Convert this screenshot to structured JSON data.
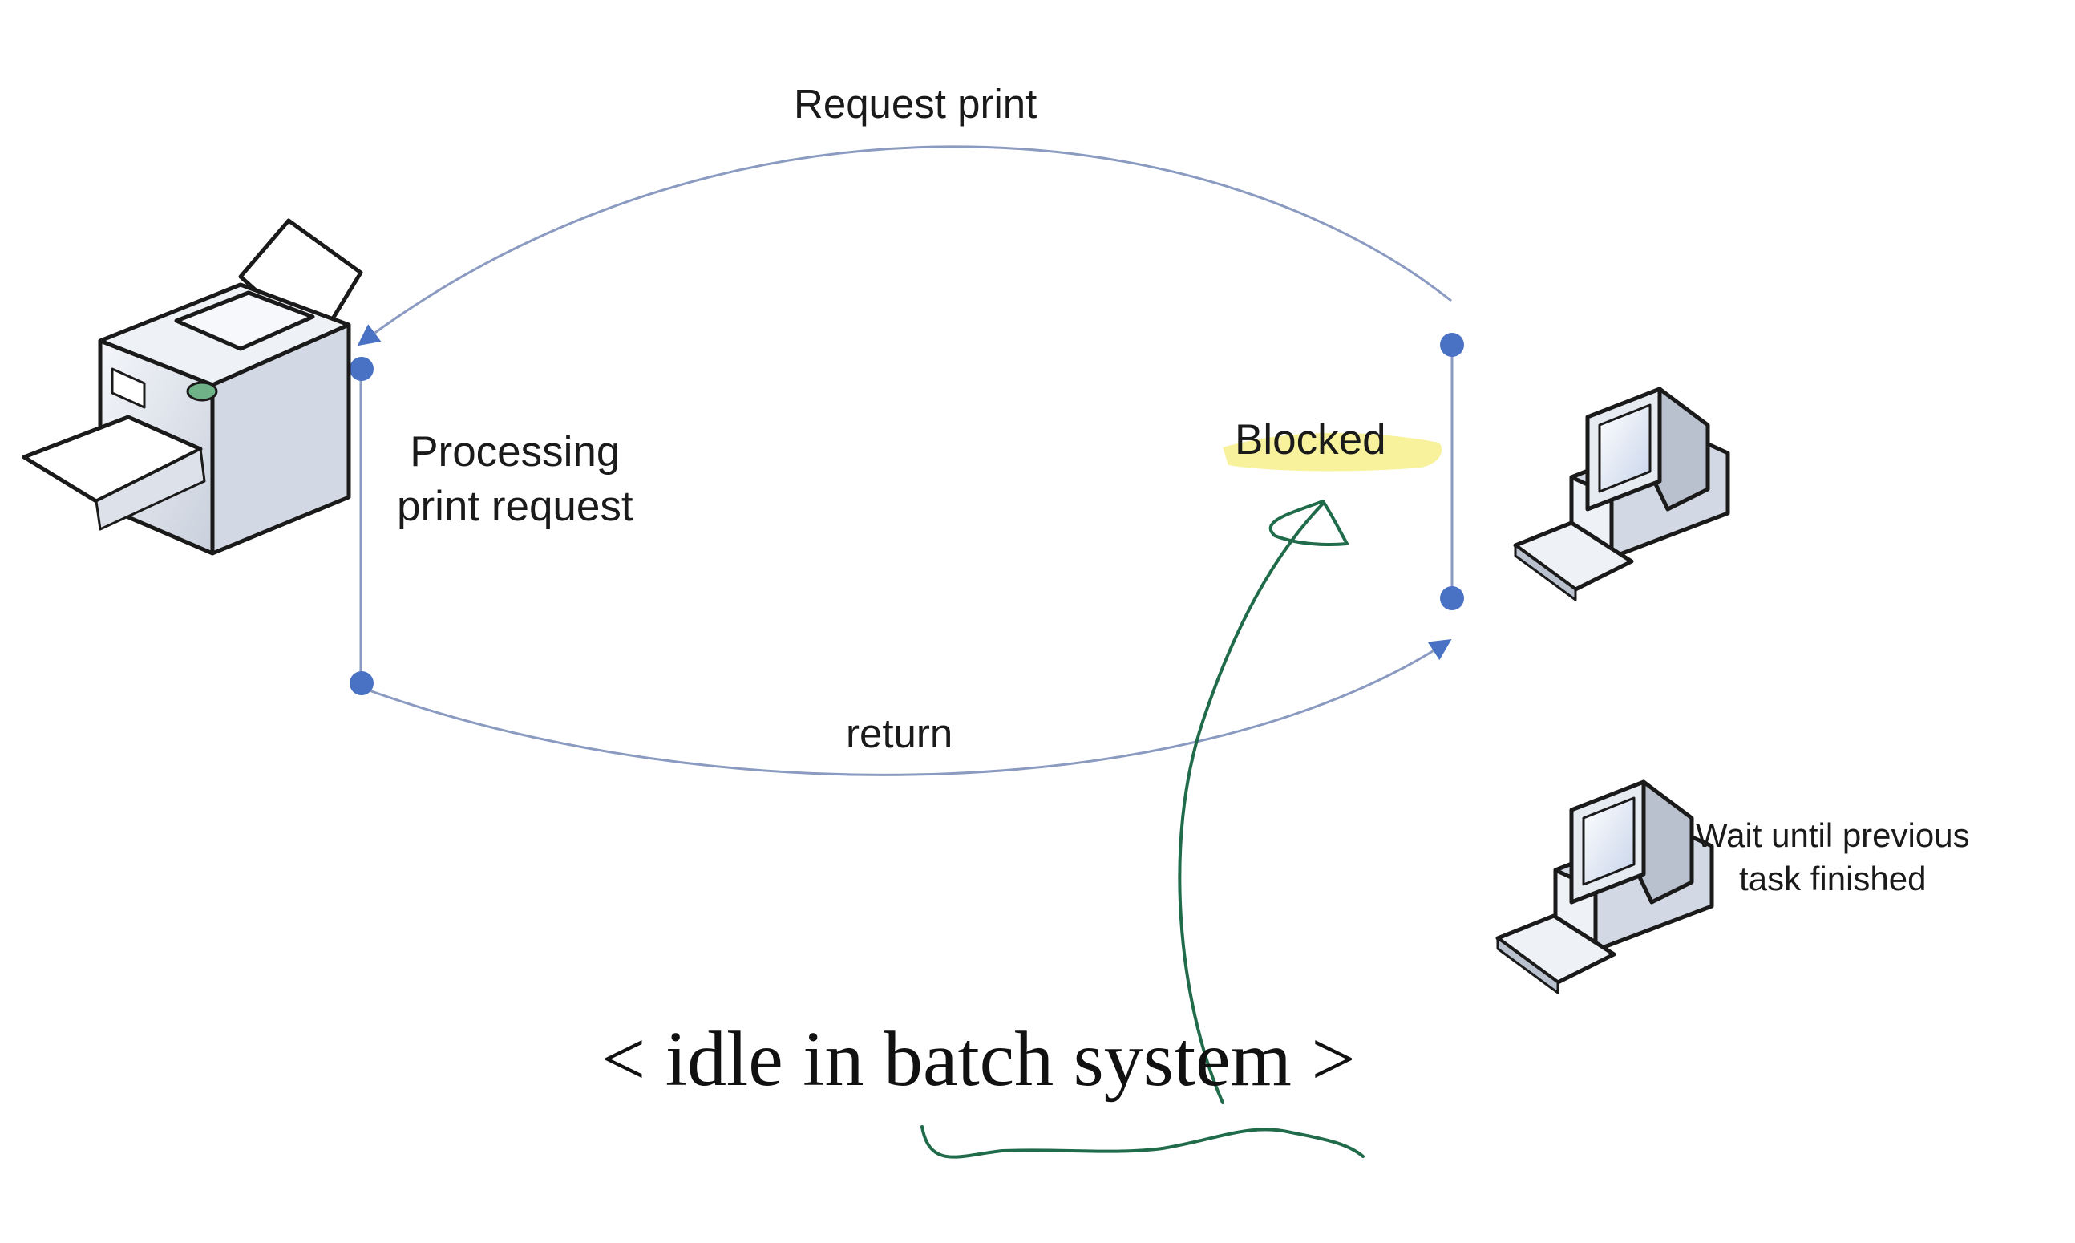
{
  "labels": {
    "request_print": "Request print",
    "processing": "Processing\nprint request",
    "blocked": "Blocked",
    "return": "return",
    "wait": "Wait until previous\ntask finished",
    "caption": "< idle in batch system >"
  },
  "icons": {
    "printer": "printer-icon",
    "computer_active": "desktop-computer-icon",
    "computer_waiting": "desktop-computer-icon"
  },
  "colors": {
    "flow_line": "#8a9ac0",
    "node_dot": "#4a72c4",
    "highlight": "#f6f08a",
    "annotation_ink": "#1f6b4a"
  }
}
